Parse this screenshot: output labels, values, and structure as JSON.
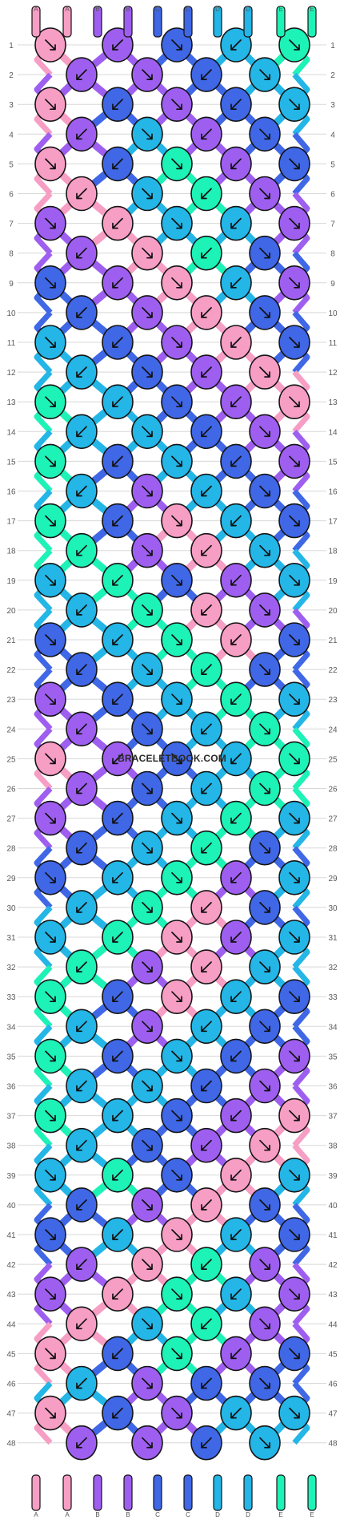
{
  "watermark": "BRACELETBOOK.COM",
  "colors": {
    "A": "#f79ec4",
    "B": "#9e5ff0",
    "C": "#3f67e6",
    "D": "#23b6e6",
    "E": "#1df2b7"
  },
  "strand_labels": [
    "A",
    "A",
    "B",
    "B",
    "C",
    "C",
    "D",
    "D",
    "E",
    "E"
  ],
  "row_numbers": [
    "1",
    "2",
    "3",
    "4",
    "5",
    "6",
    "7",
    "8",
    "9",
    "10",
    "11",
    "12",
    "13",
    "14",
    "15",
    "16",
    "17",
    "18",
    "19",
    "20",
    "21",
    "22",
    "23",
    "24",
    "25",
    "26",
    "27",
    "28",
    "29",
    "30",
    "31",
    "32",
    "33",
    "34",
    "35",
    "36",
    "37",
    "38",
    "39",
    "40",
    "41",
    "42",
    "43",
    "44",
    "45",
    "46",
    "47",
    "48"
  ],
  "knot_rows": [
    [
      "A",
      "B",
      "C",
      "D",
      "E"
    ],
    [
      "B",
      "B",
      "C",
      "D"
    ],
    [
      "A",
      "C",
      "B",
      "C",
      "D"
    ],
    [
      "B",
      "D",
      "B",
      "C"
    ],
    [
      "A",
      "C",
      "E",
      "B",
      "C"
    ],
    [
      "A",
      "D",
      "E",
      "B"
    ],
    [
      "B",
      "A",
      "D",
      "D",
      "B"
    ],
    [
      "B",
      "A",
      "E",
      "C"
    ],
    [
      "C",
      "B",
      "A",
      "D",
      "B"
    ],
    [
      "C",
      "B",
      "A",
      "C"
    ],
    [
      "D",
      "C",
      "B",
      "A",
      "C"
    ],
    [
      "D",
      "C",
      "B",
      "A"
    ],
    [
      "E",
      "D",
      "C",
      "B",
      "A"
    ],
    [
      "D",
      "D",
      "C",
      "B"
    ],
    [
      "E",
      "C",
      "D",
      "C",
      "B"
    ],
    [
      "D",
      "B",
      "D",
      "C"
    ],
    [
      "E",
      "C",
      "A",
      "D",
      "C"
    ],
    [
      "E",
      "B",
      "A",
      "D"
    ],
    [
      "D",
      "E",
      "C",
      "B",
      "D"
    ],
    [
      "D",
      "E",
      "A",
      "B"
    ],
    [
      "C",
      "D",
      "E",
      "A",
      "C"
    ],
    [
      "C",
      "D",
      "E",
      "C"
    ],
    [
      "B",
      "C",
      "D",
      "E",
      "D"
    ],
    [
      "B",
      "C",
      "D",
      "E"
    ],
    [
      "A",
      "B",
      "C",
      "D",
      "E"
    ],
    [
      "B",
      "C",
      "D",
      "E"
    ],
    [
      "B",
      "C",
      "D",
      "E",
      "D"
    ],
    [
      "C",
      "D",
      "E",
      "C"
    ],
    [
      "C",
      "D",
      "E",
      "B",
      "D"
    ],
    [
      "D",
      "E",
      "A",
      "C"
    ],
    [
      "D",
      "E",
      "A",
      "B",
      "D"
    ],
    [
      "E",
      "B",
      "A",
      "D"
    ],
    [
      "E",
      "C",
      "A",
      "D",
      "C"
    ],
    [
      "D",
      "B",
      "D",
      "C"
    ],
    [
      "E",
      "C",
      "D",
      "C",
      "B"
    ],
    [
      "D",
      "D",
      "C",
      "B"
    ],
    [
      "E",
      "D",
      "C",
      "B",
      "A"
    ],
    [
      "D",
      "C",
      "B",
      "A"
    ],
    [
      "D",
      "E",
      "C",
      "A",
      "D"
    ],
    [
      "C",
      "B",
      "A",
      "C"
    ],
    [
      "C",
      "D",
      "A",
      "D",
      "C"
    ],
    [
      "B",
      "A",
      "E",
      "B"
    ],
    [
      "B",
      "A",
      "E",
      "D",
      "B"
    ],
    [
      "A",
      "D",
      "E",
      "B"
    ],
    [
      "A",
      "C",
      "E",
      "B",
      "C"
    ],
    [
      "D",
      "B",
      "C",
      "C"
    ],
    [
      "A",
      "C",
      "B",
      "D",
      "D"
    ],
    [
      "B",
      "B",
      "C",
      "D"
    ]
  ]
}
